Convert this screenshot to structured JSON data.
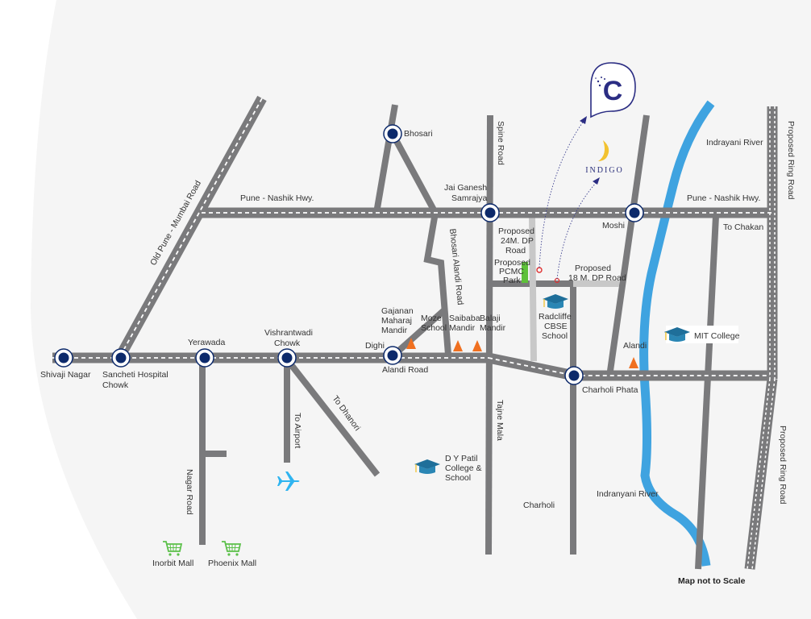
{
  "map": {
    "colors": {
      "background": "#f5f5f5",
      "road": "#7a7a7c",
      "road_dash": "#ffffff",
      "minor_road": "#c8c8c8",
      "river": "#3fa3e0",
      "node_fill": "#0d2a6b",
      "node_ring": "#ffffff",
      "brand": "#2b2d83",
      "temple": "#f07020",
      "school": "#1f6f9a",
      "mall": "#5cc04a",
      "airport": "#2fb4f0",
      "park": "#5ec13a",
      "proposed_marker": "#e03030",
      "indigo_moon": "#f2c230"
    },
    "brand": {
      "logo_letter": "C",
      "indigo_text": "INDIGO"
    },
    "nodes": {
      "shivaji_nagar": "Shivaji Nagar",
      "sancheti_1": "Sancheti Hospital",
      "sancheti_2": "Chowk",
      "yerawada": "Yerawada",
      "vishrantwadi_1": "Vishrantwadi",
      "vishrantwadi_2": "Chowk",
      "dighi": "Dighi",
      "alandi_road": "Alandi Road",
      "bhosari": "Bhosari",
      "jai_ganesh_1": "Jai Ganesh",
      "jai_ganesh_2": "Samrajya",
      "moshi": "Moshi",
      "charholi_phata": "Charholi Phata"
    },
    "roads": {
      "pune_nashik_west": "Pune - Nashik Hwy.",
      "pune_nashik_east": "Pune - Nashik Hwy.",
      "old_pune_mumbai": "Old Pune - Mumbai Road",
      "spine_road": "Spine Road",
      "bhosari_alandi": "Bhosari Alandi Road",
      "proposed_24m_1": "Proposed",
      "proposed_24m_2": "24M. DP",
      "proposed_24m_3": "Road",
      "proposed_18m_1": "Proposed",
      "proposed_18m_2": "18 M. DP Road",
      "to_chakan": "To Chakan",
      "ring_road_top": "Proposed Ring Road",
      "ring_road_bottom": "Proposed Ring Road",
      "to_airport": "To Airport",
      "to_dhanori": "To Dhanori",
      "nagar_road": "Nagar Road",
      "tajne_mala": "Tajne Mala"
    },
    "rivers": {
      "indrayani_top": "Indrayani River",
      "indrayani_bottom": "Indranyani  River"
    },
    "places": {
      "pcmc_park_1": "Proposed",
      "pcmc_park_2": "PCMC",
      "pcmc_park_3": "Park",
      "gajanan_1": "Gajanan",
      "gajanan_2": "Maharaj",
      "gajanan_3": "Mandir",
      "moze_1": "Moze",
      "moze_2": "School",
      "saibaba_1": "Saibaba",
      "saibaba_2": "Mandir",
      "balaji_1": "Balaji",
      "balaji_2": "Mandir",
      "radcliffe_1": "Radcliffe",
      "radcliffe_2": "CBSE",
      "radcliffe_3": "School",
      "alandi": "Alandi",
      "mit": "MIT College",
      "dypatil_1": "D Y Patil",
      "dypatil_2": "College &",
      "dypatil_3": "School",
      "charholi": "Charholi",
      "inorbit": "Inorbit Mall",
      "phoenix": "Phoenix Mall"
    },
    "footer_note": "Map not to Scale"
  }
}
